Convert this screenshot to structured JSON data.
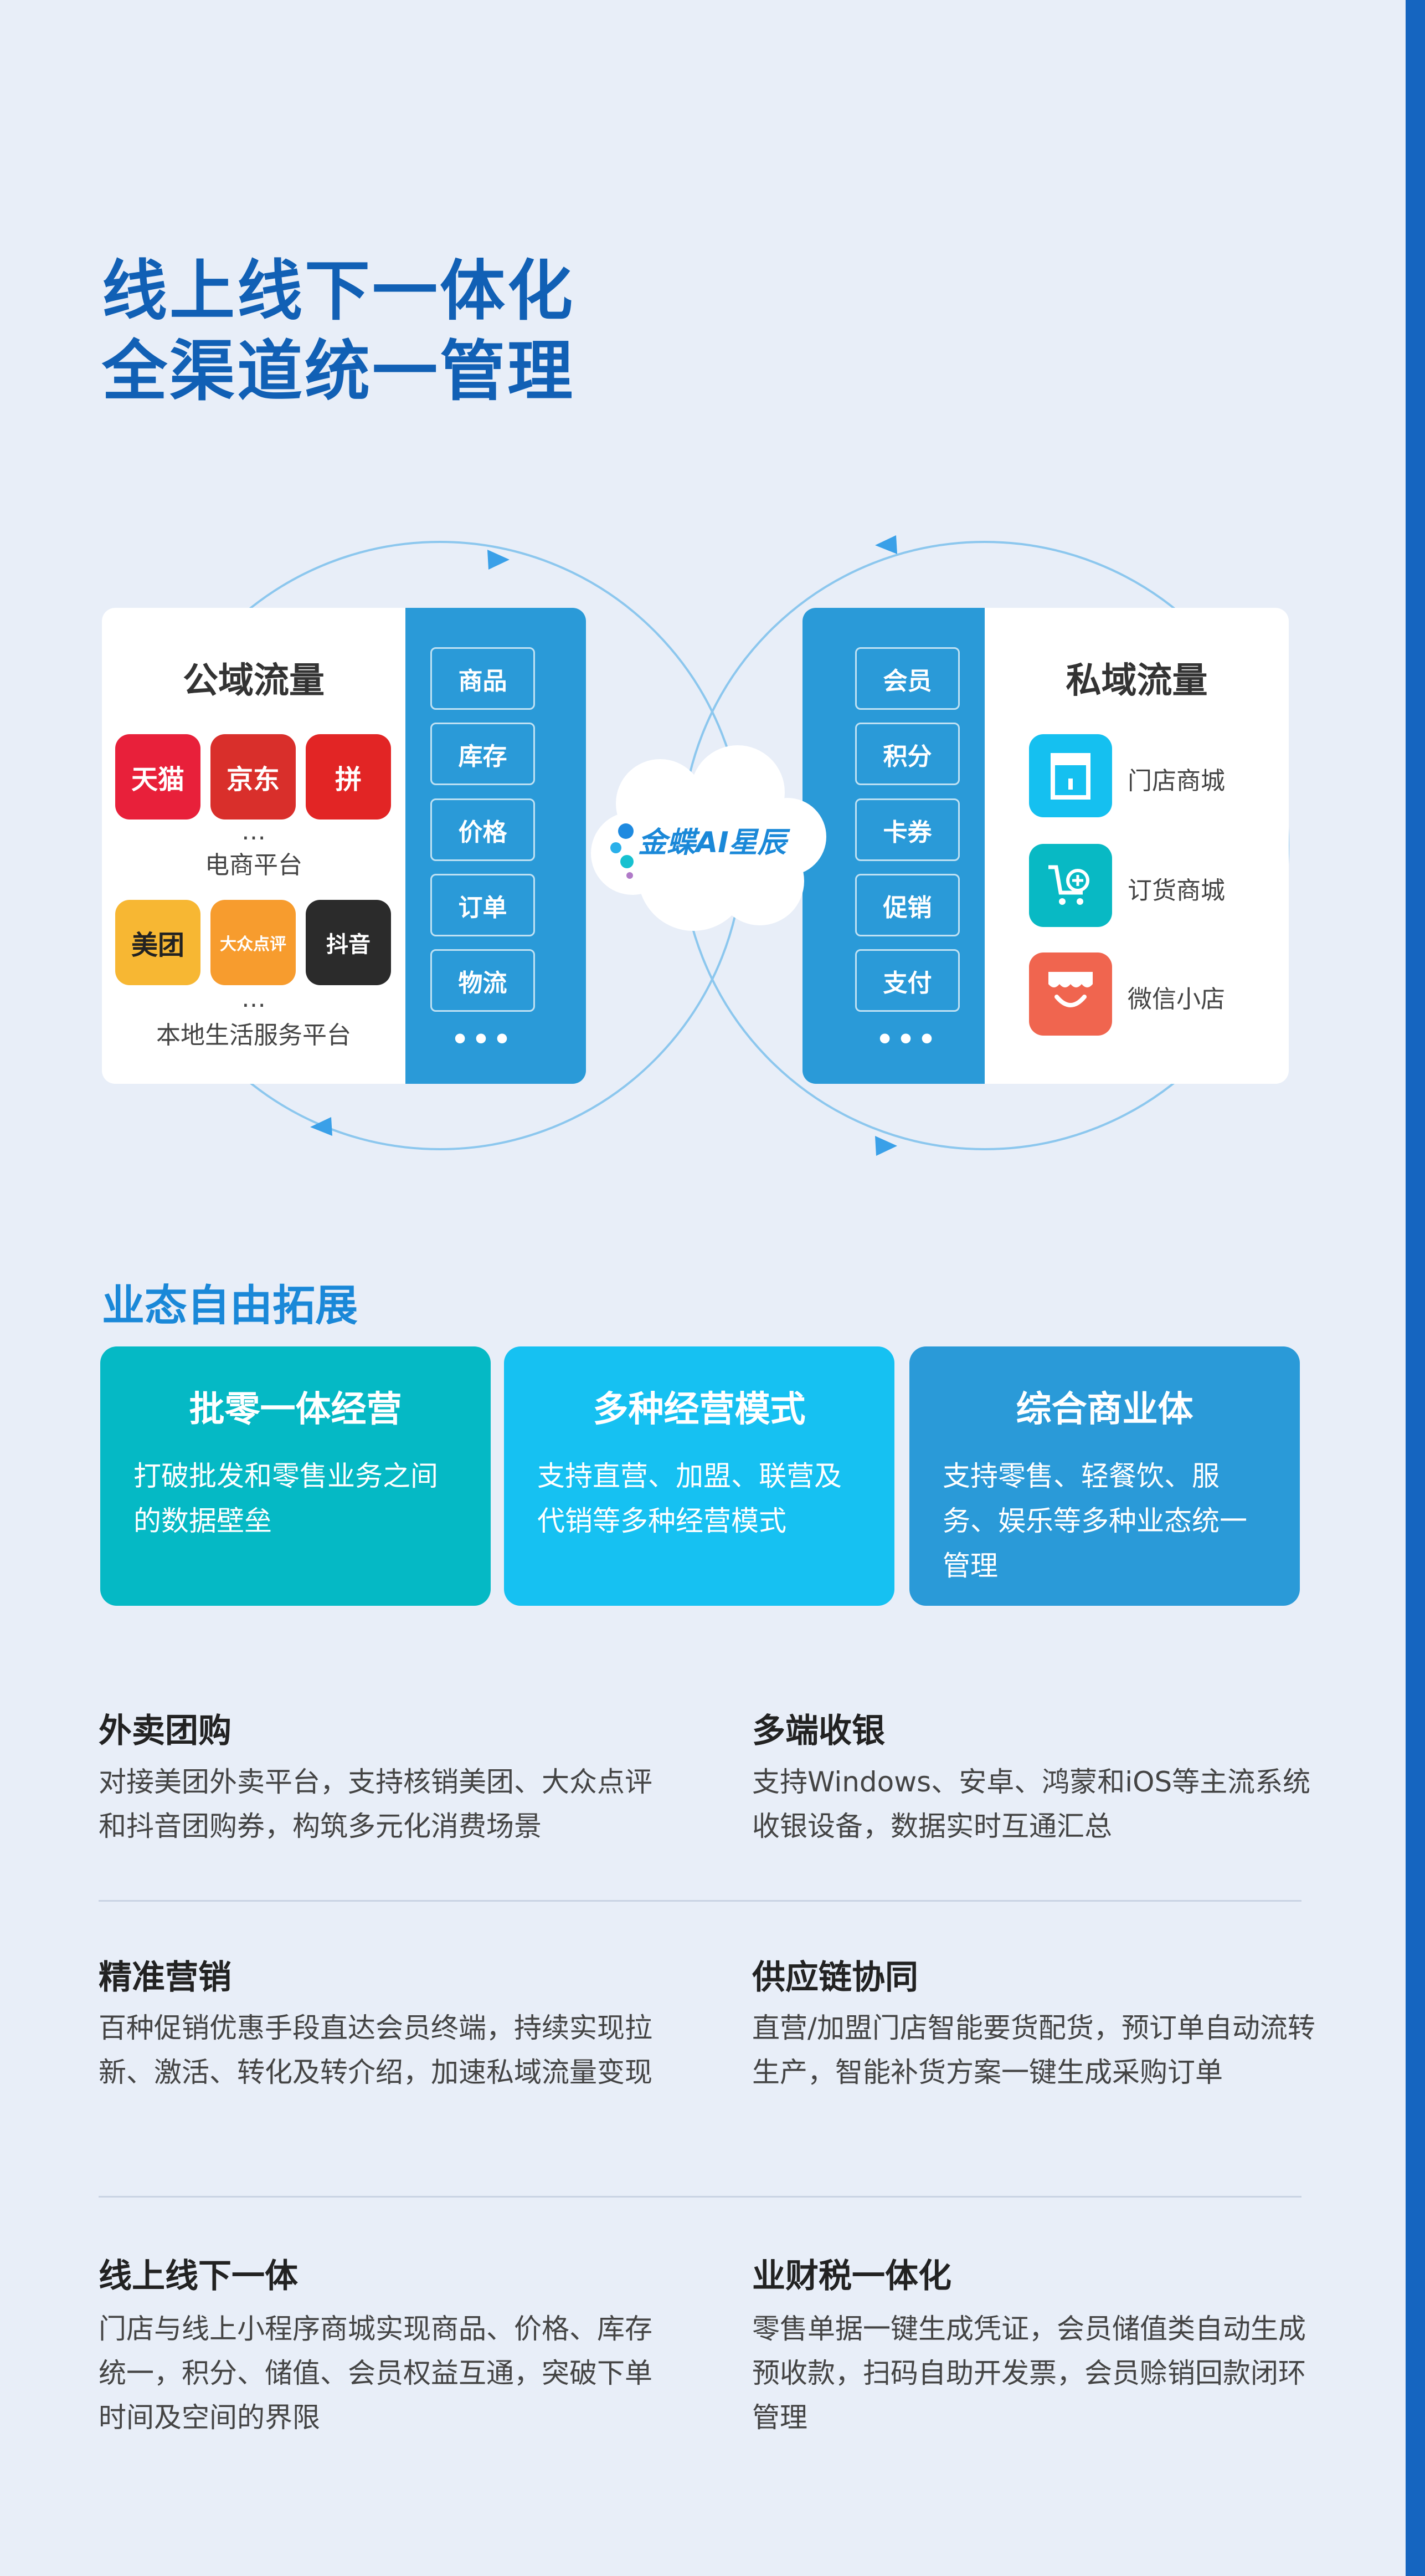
{
  "headline": {
    "line1": "线上线下一体化",
    "line2": "全渠道统一管理"
  },
  "diagram": {
    "public": {
      "title": "公域流量",
      "ecommerce": {
        "apps": [
          {
            "name": "天猫",
            "color": "#e8203a"
          },
          {
            "name": "京东",
            "color": "#d92f2b"
          },
          {
            "name": "拼",
            "color": "#e22525"
          }
        ],
        "more": "…",
        "label": "电商平台"
      },
      "local": {
        "apps": [
          {
            "name": "美团",
            "color": "#f7b733"
          },
          {
            "name": "大众点评",
            "color": "#f79c2e"
          },
          {
            "name": "抖音",
            "color": "#2b2b2b"
          }
        ],
        "more": "…",
        "label": "本地生活服务平台"
      }
    },
    "left_tags": [
      "商品",
      "库存",
      "价格",
      "订单",
      "物流"
    ],
    "right_tags": [
      "会员",
      "积分",
      "卡券",
      "促销",
      "支付"
    ],
    "more": "•••",
    "center": {
      "brand": "金蝶AI星辰"
    },
    "private": {
      "title": "私域流量",
      "items": [
        {
          "label": "门店商城",
          "icon": "storefront-icon",
          "color": "#15c0f0"
        },
        {
          "label": "订货商城",
          "icon": "shopping-cart-icon",
          "color": "#08b9c4"
        },
        {
          "label": "微信小店",
          "icon": "shop-awning-icon",
          "color": "#f0654f"
        }
      ]
    }
  },
  "expansion": {
    "title": "业态自由拓展",
    "cards": [
      {
        "title": "批零一体经营",
        "desc": "打破批发和零售业务之间的数据壁垒",
        "color": "#05b9c5"
      },
      {
        "title": "多种经营模式",
        "desc": "支持直营、加盟、联营及代销等多种经营模式",
        "color": "#16c1f2"
      },
      {
        "title": "综合商业体",
        "desc": "支持零售、轻餐饮、服务、娱乐等多种业态统一管理",
        "color": "#2a9ad8"
      }
    ]
  },
  "features": [
    {
      "title": "外卖团购",
      "desc": "对接美团外卖平台，支持核销美团、大众点评和抖音团购券，构筑多元化消费场景"
    },
    {
      "title": "多端收银",
      "desc": "支持Windows、安卓、鸿蒙和iOS等主流系统收银设备，数据实时互通汇总"
    },
    {
      "title": "精准营销",
      "desc": "百种促销优惠手段直达会员终端，持续实现拉新、激活、转化及转介绍，加速私域流量变现"
    },
    {
      "title": "供应链协同",
      "desc": "直营/加盟门店智能要货配货，预订单自动流转生产，智能补货方案一键生成采购订单"
    },
    {
      "title": "线上线下一体",
      "desc": "门店与线上小程序商城实现商品、价格、库存统一，积分、储值、会员权益互通，突破下单时间及空间的界限"
    },
    {
      "title": "业财税一体化",
      "desc": "零售单据一键生成凭证，会员储值类自动生成预收款，扫码自助开发票，会员赊销回款闭环管理"
    }
  ]
}
